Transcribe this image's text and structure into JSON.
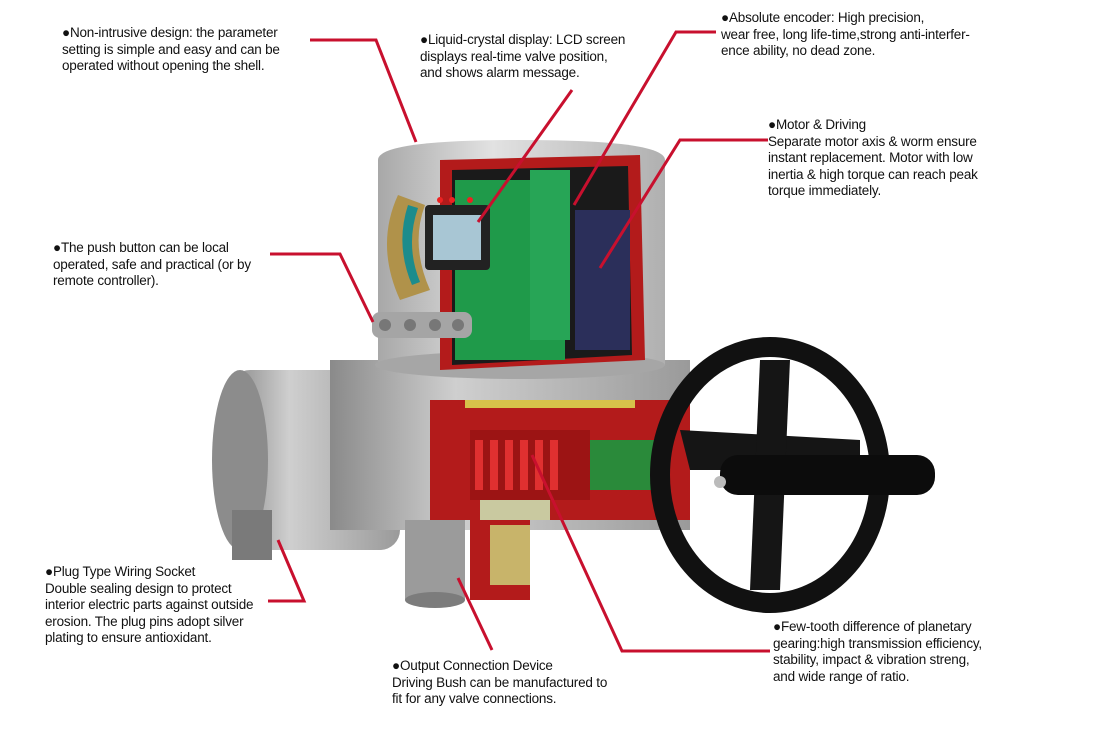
{
  "colors": {
    "leader": "#c8102e",
    "housing": "#b9b9b9",
    "cutaway": "#b31b1b",
    "pcb": "#1f9a4a",
    "handwheel": "#111111"
  },
  "callouts": {
    "non_intrusive": [
      "●Non-intrusive design:  the parameter",
      "setting is simple and easy and can  be",
      "operated  without opening the shell."
    ],
    "lcd": [
      "●Liquid-crystal display:  LCD screen",
      "displays  real-time valve position,",
      "and shows alarm message."
    ],
    "encoder": [
      "●Absolute   encoder:  High  precision,",
      "wear free, long life-time,strong anti-interfer-",
      "ence ability, no dead zone."
    ],
    "motor": [
      "●Motor & Driving",
      "Separate motor  axis  & worm  ensure",
      "instant replacement.  Motor with low",
      "inertia & high torque can reach peak",
      "torque immediately."
    ],
    "push_button": [
      "●The   push button can be local",
      "operated, safe and  practical (or by",
      "remote controller)."
    ],
    "plug": [
      "●Plug Type Wiring Socket",
      "Double sealing design to protect",
      "interior electric parts against outside",
      "erosion. The plug pins adopt silver",
      "plating to ensure antioxidant."
    ],
    "output": [
      "●Output Connection Device",
      "Driving Bush can be manufactured to",
      "fit for any valve connections."
    ],
    "gearing": [
      "●Few-tooth  difference  of  planetary",
      "gearing:high  transmission  efficiency,",
      "stability, impact  & vibration streng,",
      "and wide range of ratio."
    ]
  }
}
